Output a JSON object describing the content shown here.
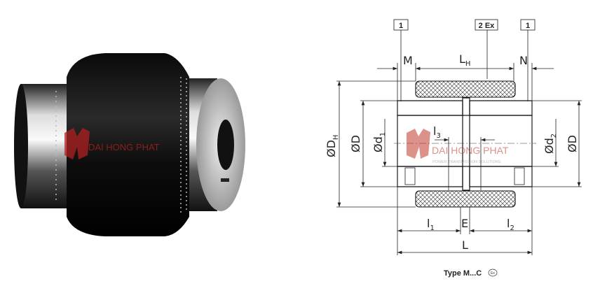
{
  "photo": {
    "watermark": "DAI HONG PHAT"
  },
  "drawing": {
    "callouts": [
      "1",
      "2 Ex",
      "1"
    ],
    "dims": {
      "M": "M",
      "LH": "L",
      "LH_sub": "H",
      "N": "N",
      "DH": "ØD",
      "DH_sub": "H",
      "D_left": "ØD",
      "d1": "Ød",
      "d1_sub": "1",
      "l3": "l",
      "l3_sub": "3",
      "d2": "Ød",
      "d2_sub": "2",
      "D_right": "ØD",
      "l1": "l",
      "l1_sub": "1",
      "E": "E",
      "l2": "l",
      "l2_sub": "2",
      "L": "L"
    },
    "watermark": {
      "name": "DAI HONG PHAT",
      "tagline": "POWER TRANSMISSION SOLUTIONS"
    },
    "caption": "Type M...C",
    "caption_mark": "Ex"
  },
  "colors": {
    "watermark": "#c0392b",
    "rubber": "#111111"
  }
}
